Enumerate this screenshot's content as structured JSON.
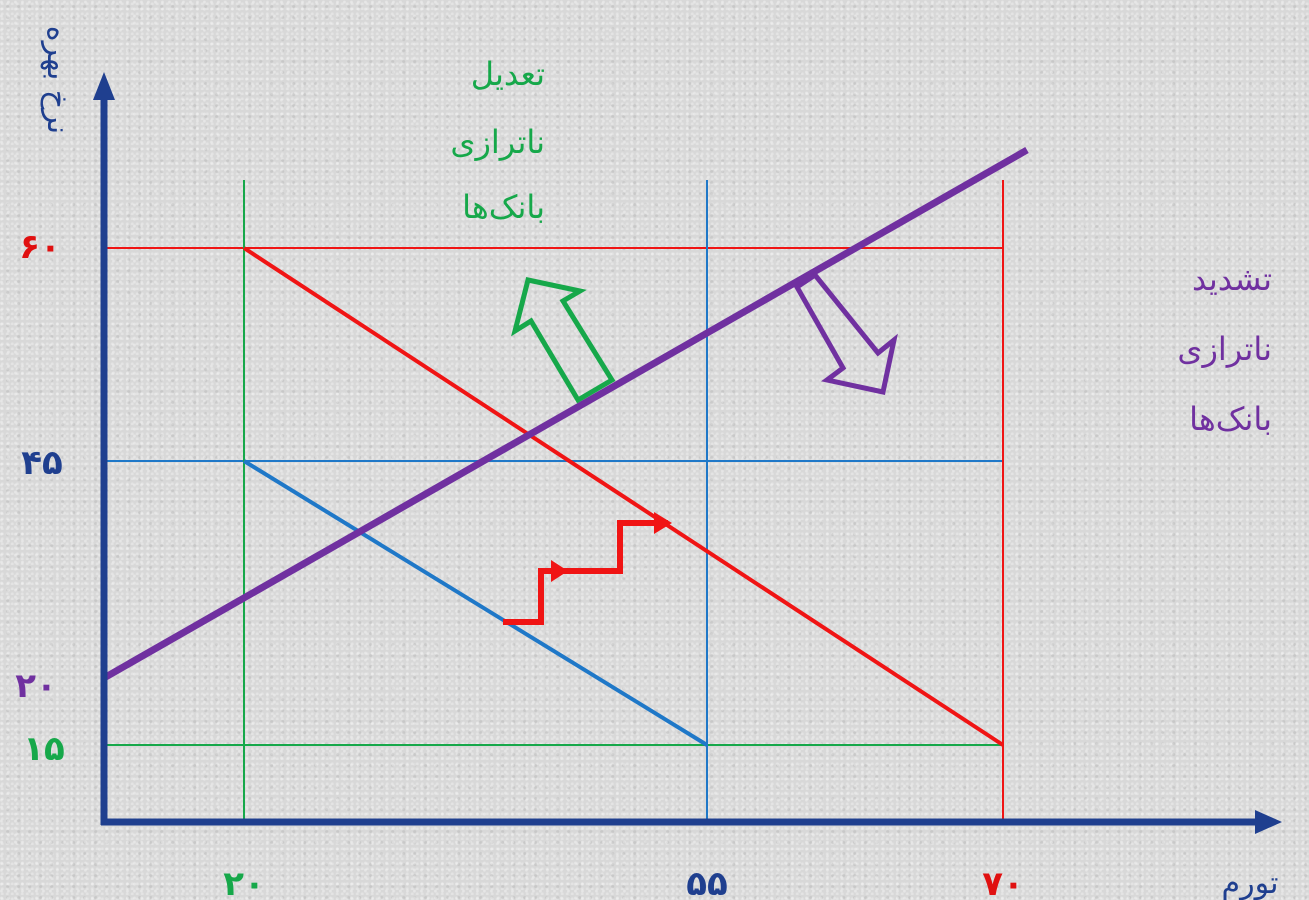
{
  "labels": {
    "y_axis_title": "نرخ بهره",
    "x_axis_title": "تورم",
    "y_ticks": {
      "t60": "۶۰",
      "t45": "۴۵",
      "t20": "۲۰",
      "t15": "۱۵"
    },
    "x_ticks": {
      "t20": "۲۰",
      "t55": "۵۵",
      "t70": "۷۰"
    },
    "adjust_note": [
      "تعدیل",
      "ناترازی",
      "بانک‌ها"
    ],
    "intensify_note": [
      "تشدید",
      "ناترازی",
      "بانک‌ها"
    ]
  },
  "colors": {
    "axis": "#1f3f8f",
    "red": "#f01414",
    "blue": "#1f78c8",
    "green": "#16a84a",
    "purple": "#7030a0",
    "tick_red": "#e01010",
    "tick_blue": "#1f3f8f",
    "tick_green": "#16a84a",
    "tick_purple": "#7030a0"
  }
}
